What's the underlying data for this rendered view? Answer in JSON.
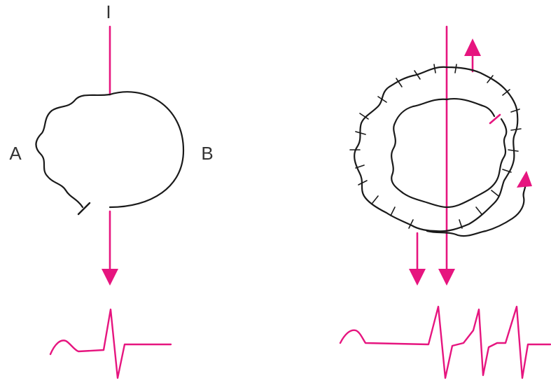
{
  "left_panel": {
    "input_label": "I",
    "pathway_a_label": "A",
    "pathway_b_label": "B"
  },
  "colors": {
    "impulse": "#e6157f",
    "pathway": "#1a1a1a",
    "label": "#333333"
  }
}
